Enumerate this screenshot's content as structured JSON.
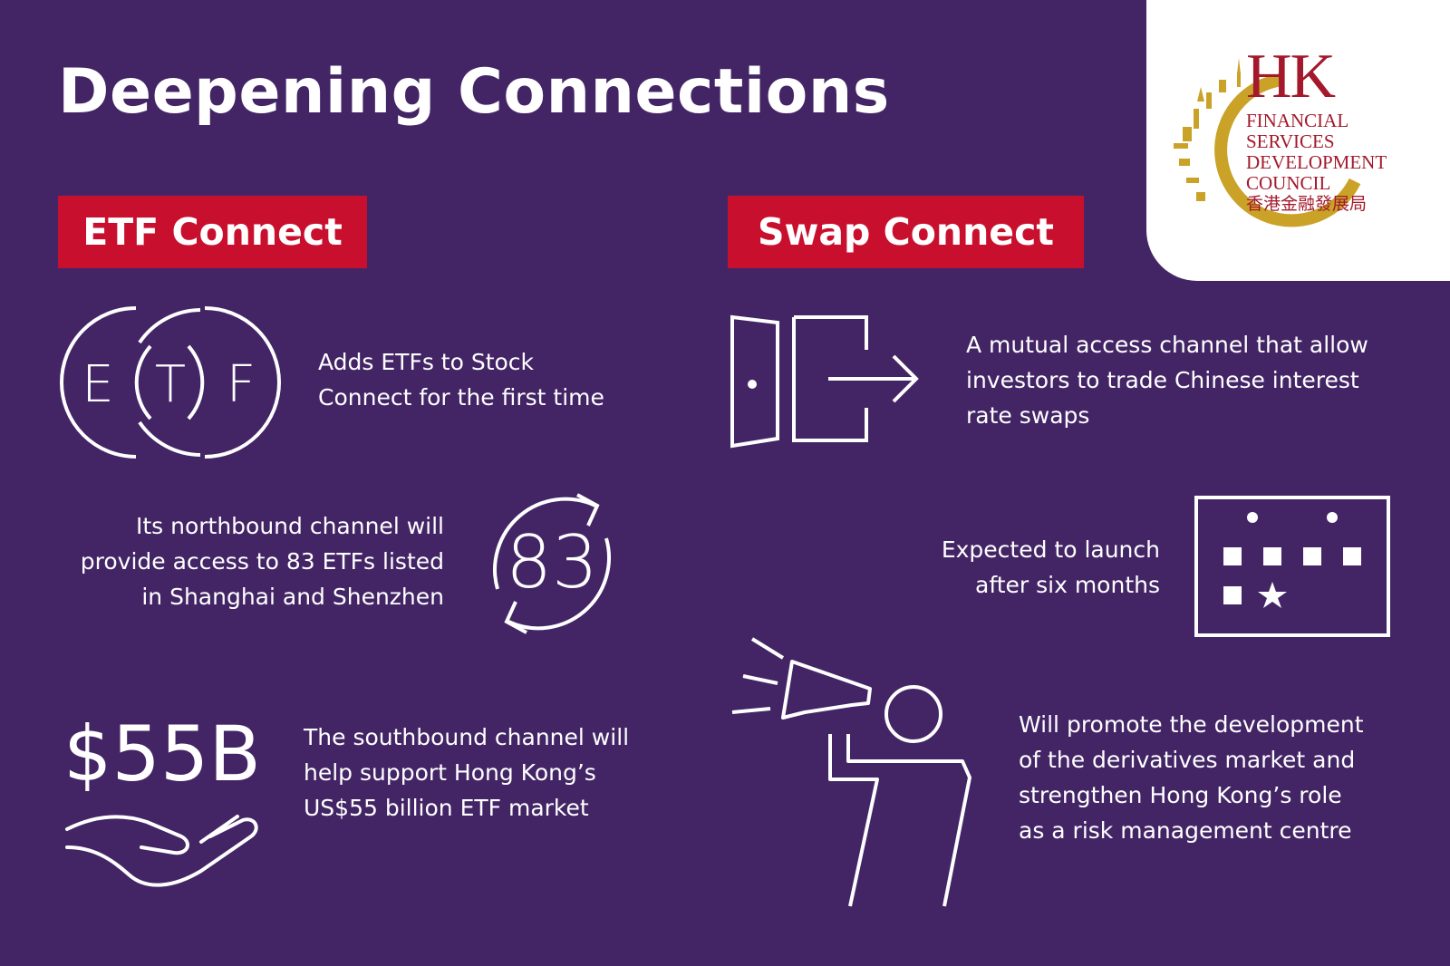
{
  "title": "Deepening Connections",
  "etf_section": {
    "heading": "ETF Connect",
    "items": [
      {
        "icon": "etf-letters-icon",
        "icon_letters": [
          "E",
          "T",
          "F"
        ],
        "text": [
          "Adds ETFs to Stock",
          "Connect for the first time"
        ]
      },
      {
        "icon": "refresh-83-icon",
        "icon_number": "83",
        "text": [
          "Its northbound channel will",
          "provide access to 83 ETFs listed",
          "in Shanghai and Shenzhen"
        ]
      },
      {
        "icon": "hand-money-icon",
        "icon_amount": "$55B",
        "text": [
          "The southbound channel will",
          "help support Hong Kong’s",
          "US$55 billion ETF market"
        ]
      }
    ]
  },
  "swap_section": {
    "heading": "Swap Connect",
    "items": [
      {
        "icon": "door-exit-icon",
        "text": [
          "A mutual access channel that allow",
          "investors to trade Chinese interest",
          "rate swaps"
        ]
      },
      {
        "icon": "calendar-star-icon",
        "text": [
          "Expected to launch",
          "after six months"
        ]
      },
      {
        "icon": "megaphone-person-icon",
        "text": [
          "Will promote the development",
          "of the derivatives market and",
          "strengthen Hong Kong’s role",
          "as a risk management centre"
        ]
      }
    ]
  },
  "logo": {
    "mark": "HK",
    "lines": [
      "FINANCIAL",
      "SERVICES",
      "DEVELOPMENT",
      "COUNCIL"
    ],
    "chinese": "香港金融發展局"
  },
  "colors": {
    "background": "#432566",
    "accent": "#c8102e",
    "logo_red": "#a3192b",
    "logo_gold": "#c9a227"
  }
}
